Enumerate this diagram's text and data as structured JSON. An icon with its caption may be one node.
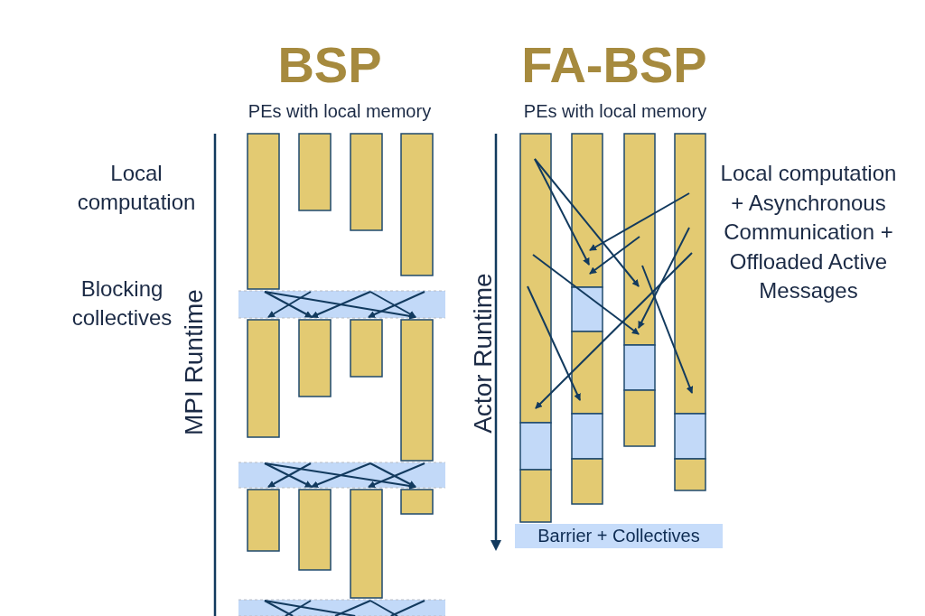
{
  "diagram": {
    "nodes": [
      {
        "text": [
          "Barrier + Collectives"
        ]
      }
    ],
    "edges": [],
    "labels": [
      "BSP",
      "FA-BSP",
      "PEs with local memory",
      "PEs with local memory",
      "Local computation",
      "Blocking collectives",
      "MPI Runtime",
      "Actor Runtime",
      "Local computation + Asynchronous Communication + Offloaded Active Messages"
    ]
  }
}
